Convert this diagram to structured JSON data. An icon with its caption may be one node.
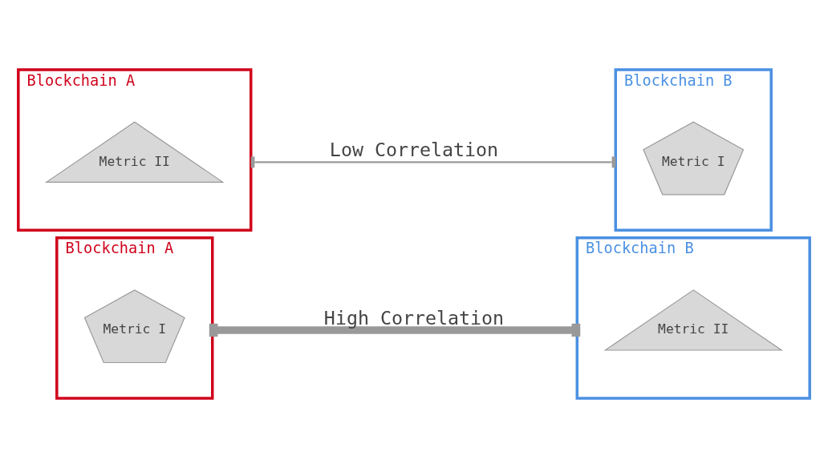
{
  "diagram": {
    "nodes": [
      {
        "text": [
          "Blockchain A"
        ]
      },
      {
        "text": [
          "Metric I"
        ],
        "in": 0
      },
      {
        "text": [
          "Blockchain B"
        ]
      },
      {
        "text": [
          "Metric II"
        ],
        "in": 2
      },
      {
        "text": [
          "Blockchain A"
        ]
      },
      {
        "text": [
          "Metric II"
        ],
        "in": 4
      },
      {
        "text": [
          "Blockchain B"
        ]
      },
      {
        "text": [
          "Metric I"
        ],
        "in": 6
      }
    ],
    "edges": [
      {
        "from": 0,
        "to": 2,
        "arrow": "other",
        "label": "High Correlation",
        "style": "thick"
      },
      {
        "from": 4,
        "to": 6,
        "arrow": "other",
        "label": "Low Correlation"
      }
    ]
  }
}
